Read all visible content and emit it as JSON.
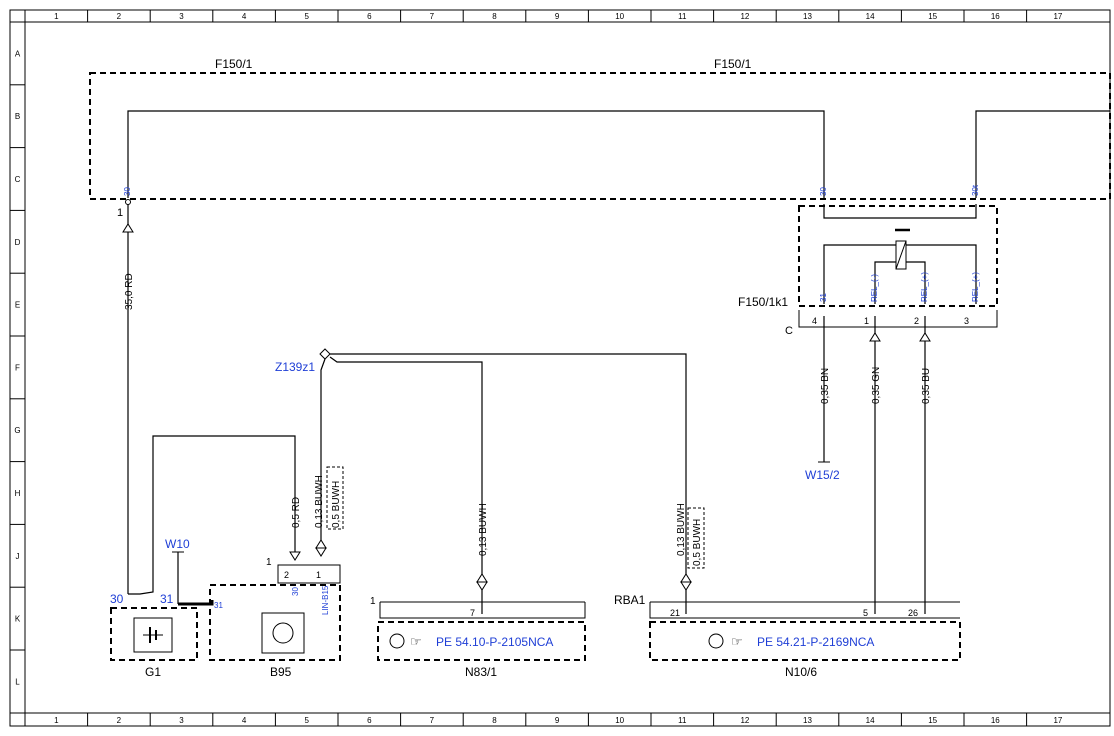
{
  "grid": {
    "columns": [
      "1",
      "2",
      "3",
      "4",
      "5",
      "6",
      "7",
      "8",
      "9",
      "10",
      "11",
      "12",
      "13",
      "14",
      "15",
      "16",
      "17"
    ],
    "rows": [
      "A",
      "B",
      "C",
      "D",
      "E",
      "F",
      "G",
      "H",
      "J",
      "K",
      "L"
    ]
  },
  "fuse_box": {
    "label_left": "F150/1",
    "label_right": "F150/1",
    "pin_30_left": "30",
    "pin_30_mid": "30",
    "pin_30_right": "30t",
    "pin_1": "1"
  },
  "relay": {
    "label": "F150/1k1",
    "connector": "C",
    "pins": [
      "31",
      "REL_(-)",
      "REL_(+)",
      "REL_(+)"
    ],
    "numbers": [
      "4",
      "1",
      "2",
      "3"
    ]
  },
  "wires": {
    "main": "35,0 RD",
    "b95_red": "0,5 RD",
    "b95_buwh": "0,13 BUWH",
    "b95_buwh2": "0,5 BUWH",
    "n83": "0,13 BUWH",
    "n10_a": "0,13 BUWH",
    "n10_b": "0,5 BUWH",
    "relay_bn": "0,35 BN",
    "relay_gn": "0,35 GN",
    "relay_bu": "0,35 BU"
  },
  "nodes": {
    "splice": "Z139z1",
    "w10": "W10",
    "w15": "W15/2",
    "rba": "RBA1"
  },
  "components": {
    "g1": {
      "label": "G1",
      "pin30": "30",
      "pin31": "31",
      "pin31b": "31"
    },
    "b95": {
      "label": "B95",
      "pin2": "2",
      "pin1": "1",
      "pin30": "30",
      "pinlin": "LIN-B15",
      "num": "1"
    },
    "n83": {
      "label": "N83/1",
      "ref": "PE 54.10-P-2105NCA",
      "pin1": "1",
      "pin7": "7"
    },
    "n10": {
      "label": "N10/6",
      "ref": "PE 54.21-P-2169NCA",
      "pin21": "21",
      "pin5": "5",
      "pin26": "26"
    }
  },
  "colors": {
    "accent_blue": "#1f3fd6"
  }
}
